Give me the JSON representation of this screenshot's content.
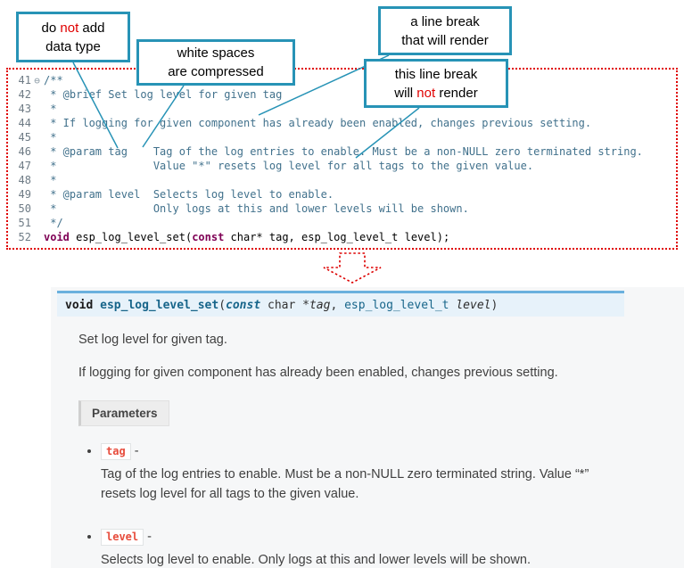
{
  "callouts": {
    "box1": {
      "l1a": "do ",
      "l1b": "not",
      "l1c": " add",
      "l2": "data type"
    },
    "box2": {
      "l1": "white spaces",
      "l2": "are compressed"
    },
    "box3": {
      "l1": "a line break",
      "l2": "that will render"
    },
    "box4": {
      "l1": "this line break",
      "l2a": "will ",
      "l2b": "not",
      "l2c": " render"
    }
  },
  "editor": {
    "lines": [
      {
        "num": "41",
        "fold": "⊖",
        "tokens": [
          {
            "c": "cm",
            "t": "/**"
          }
        ]
      },
      {
        "num": "42",
        "fold": "",
        "tokens": [
          {
            "c": "cm",
            "t": " * @brief Set log level for given tag"
          }
        ]
      },
      {
        "num": "43",
        "fold": "",
        "tokens": [
          {
            "c": "cm",
            "t": " *"
          }
        ]
      },
      {
        "num": "44",
        "fold": "",
        "tokens": [
          {
            "c": "cm",
            "t": " * If logging for given component has already been enabled, changes previous setting."
          }
        ]
      },
      {
        "num": "45",
        "fold": "",
        "tokens": [
          {
            "c": "cm",
            "t": " *"
          }
        ]
      },
      {
        "num": "46",
        "fold": "",
        "tokens": [
          {
            "c": "cm",
            "t": " * @param tag    Tag of the log entries to enable. Must be a non-NULL zero terminated string."
          }
        ]
      },
      {
        "num": "47",
        "fold": "",
        "tokens": [
          {
            "c": "cm",
            "t": " *               Value \"*\" resets log level for all tags to the given value."
          }
        ]
      },
      {
        "num": "48",
        "fold": "",
        "tokens": [
          {
            "c": "cm",
            "t": " *"
          }
        ]
      },
      {
        "num": "49",
        "fold": "",
        "tokens": [
          {
            "c": "cm",
            "t": " * @param level  Selects log level to enable."
          }
        ]
      },
      {
        "num": "50",
        "fold": "",
        "tokens": [
          {
            "c": "cm",
            "t": " *               Only logs at this and lower levels will be shown."
          }
        ]
      },
      {
        "num": "51",
        "fold": "",
        "tokens": [
          {
            "c": "cm",
            "t": " */"
          }
        ]
      },
      {
        "num": "52",
        "fold": "",
        "tokens": [
          {
            "c": "kw",
            "t": "void"
          },
          {
            "c": "pl",
            "t": " esp_log_level_set("
          },
          {
            "c": "kw",
            "t": "const"
          },
          {
            "c": "pl",
            "t": " char* tag, esp_log_level_t level);"
          }
        ]
      }
    ]
  },
  "docs": {
    "signature": [
      {
        "c": "kwd",
        "t": "void"
      },
      {
        "c": "sigpl",
        "t": " "
      },
      {
        "c": "name",
        "t": "esp_log_level_set"
      },
      {
        "c": "sigpl",
        "t": "("
      },
      {
        "c": "kwt",
        "t": "const"
      },
      {
        "c": "sigpl",
        "t": " char *"
      },
      {
        "c": "sparam",
        "t": "tag"
      },
      {
        "c": "sigpl",
        "t": ", "
      },
      {
        "c": "stype",
        "t": "esp_log_level_t"
      },
      {
        "c": "sigpl",
        "t": " "
      },
      {
        "c": "sparam",
        "t": "level"
      },
      {
        "c": "sigpl",
        "t": ")"
      }
    ],
    "brief": "Set log level for given tag.",
    "detail": "If logging for given component has already been enabled, changes previous setting.",
    "parameters_label": "Parameters",
    "params": [
      {
        "name": "tag",
        "dash": "-",
        "desc": "Tag of the log entries to enable. Must be a non-NULL zero terminated string. Value “*” resets log level for all tags to the given value."
      },
      {
        "name": "level",
        "dash": "-",
        "desc": "Selects log level to enable. Only logs at this and lower levels will be shown."
      }
    ]
  },
  "colors": {
    "callout_border": "#2793B6",
    "dotted_red": "#DD0000",
    "sig_border": "#6AB0DE",
    "sig_bg": "#E7F2FA",
    "literal_red": "#E74C3C"
  }
}
